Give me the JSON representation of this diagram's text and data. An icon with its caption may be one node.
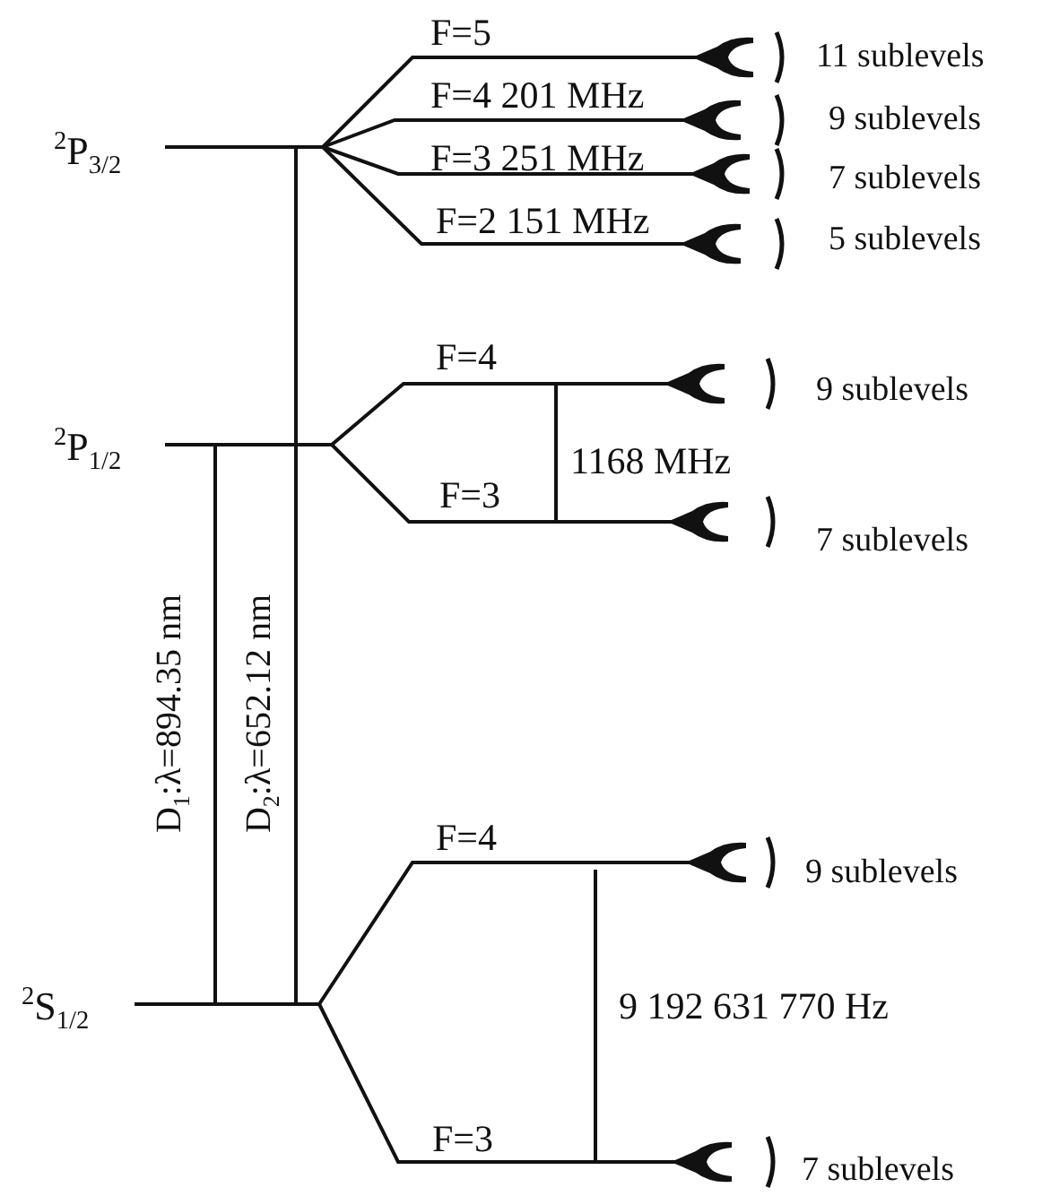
{
  "diagram": {
    "labels": [
      "F=5",
      "11 sublevels",
      "F=4 201 MHz",
      "9 sublevels",
      "$^{2}$P$_{3/2}$",
      "F=3 251 MHz",
      "7 sublevels",
      "F=2 151 MHz",
      "5 sublevels",
      "F=4",
      "9 sublevels",
      "$^{2}$P$_{1/2}$",
      "1168 MHz",
      "F=3",
      "7 sublevels",
      "D$_{1}$:λ=894.35 nm",
      "D$_{2}$:λ=652.12 nm",
      "F=4",
      "9 sublevels",
      "$^{2}$S$_{1/2}$",
      "9 192 631 770 Hz",
      "F=3",
      "7 sublevels"
    ]
  }
}
